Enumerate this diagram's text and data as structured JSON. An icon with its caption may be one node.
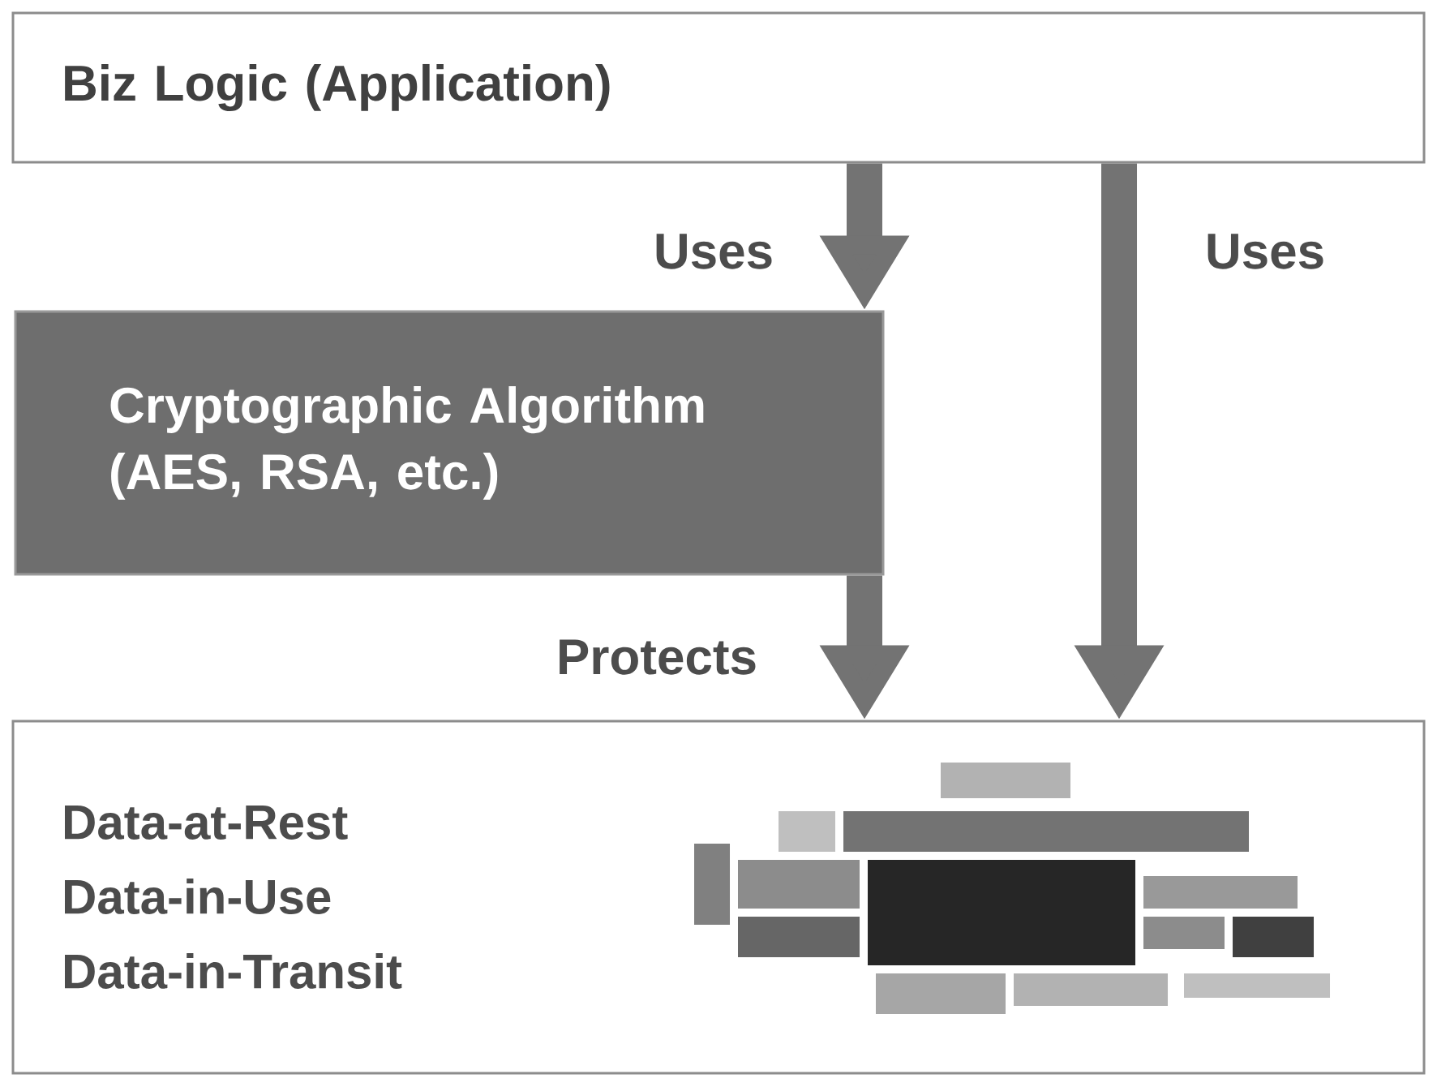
{
  "diagram": {
    "nodes": [
      {
        "text": [
          "Biz Logic (Application)"
        ]
      },
      {
        "text": [
          "Cryptographic Algorithm (AES, RSA, etc.)"
        ]
      },
      {
        "text": [
          "Data-at-Rest",
          "Data-in-Use",
          "Data-in-Transit"
        ]
      }
    ],
    "edges": [
      {
        "from": 0,
        "to": 1,
        "arrow": "to",
        "label": "Uses"
      },
      {
        "from": 1,
        "to": 2,
        "arrow": "to",
        "label": "Protects"
      },
      {
        "from": 0,
        "to": 2,
        "arrow": "to",
        "label": "Uses"
      }
    ]
  }
}
